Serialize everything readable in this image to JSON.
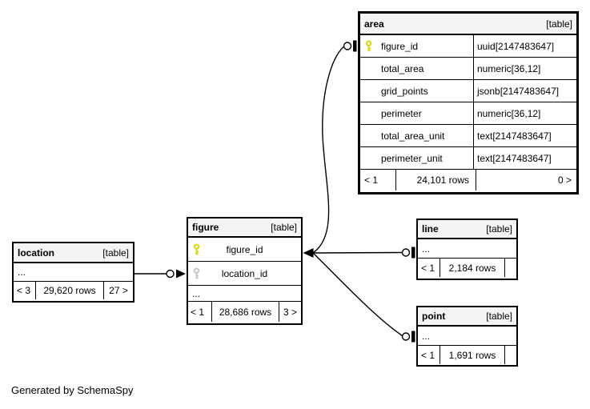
{
  "page": {
    "generated_by": "Generated by SchemaSpy"
  },
  "colors": {
    "primary_key": "#d9d900",
    "foreign_key": "#c6c6c6",
    "header_bg": "#f4f4f4",
    "border": "#000000",
    "background": "#ffffff"
  },
  "tables": {
    "area": {
      "name": "area",
      "tag": "[table]",
      "columns": [
        {
          "name": "figure_id",
          "type": "uuid[2147483647]",
          "key": "primary"
        },
        {
          "name": "total_area",
          "type": "numeric[36,12]",
          "key": ""
        },
        {
          "name": "grid_points",
          "type": "jsonb[2147483647]",
          "key": ""
        },
        {
          "name": "perimeter",
          "type": "numeric[36,12]",
          "key": ""
        },
        {
          "name": "total_area_unit",
          "type": "text[2147483647]",
          "key": ""
        },
        {
          "name": "perimeter_unit",
          "type": "text[2147483647]",
          "key": ""
        }
      ],
      "footer": {
        "left": "< 1",
        "center": "24,101 rows",
        "right": "0 >"
      }
    },
    "figure": {
      "name": "figure",
      "tag": "[table]",
      "columns": [
        {
          "name": "figure_id",
          "key": "primary"
        },
        {
          "name": "location_id",
          "key": "foreign"
        }
      ],
      "ellipsis": "...",
      "footer": {
        "left": "< 1",
        "center": "28,686 rows",
        "right": "3 >"
      }
    },
    "location": {
      "name": "location",
      "tag": "[table]",
      "ellipsis": "...",
      "footer": {
        "left": "< 3",
        "center": "29,620 rows",
        "right": "27 >"
      }
    },
    "line": {
      "name": "line",
      "tag": "[table]",
      "ellipsis": "...",
      "footer": {
        "left": "< 1",
        "center": "2,184 rows",
        "right": ""
      }
    },
    "point": {
      "name": "point",
      "tag": "[table]",
      "ellipsis": "...",
      "footer": {
        "left": "< 1",
        "center": "1,691 rows",
        "right": ""
      }
    }
  },
  "relationships": [
    {
      "from": "area.figure_id",
      "to": "figure.figure_id"
    },
    {
      "from": "line.figure_id",
      "to": "figure.figure_id"
    },
    {
      "from": "point.figure_id",
      "to": "figure.figure_id"
    },
    {
      "from": "figure.location_id",
      "to": "location"
    }
  ]
}
